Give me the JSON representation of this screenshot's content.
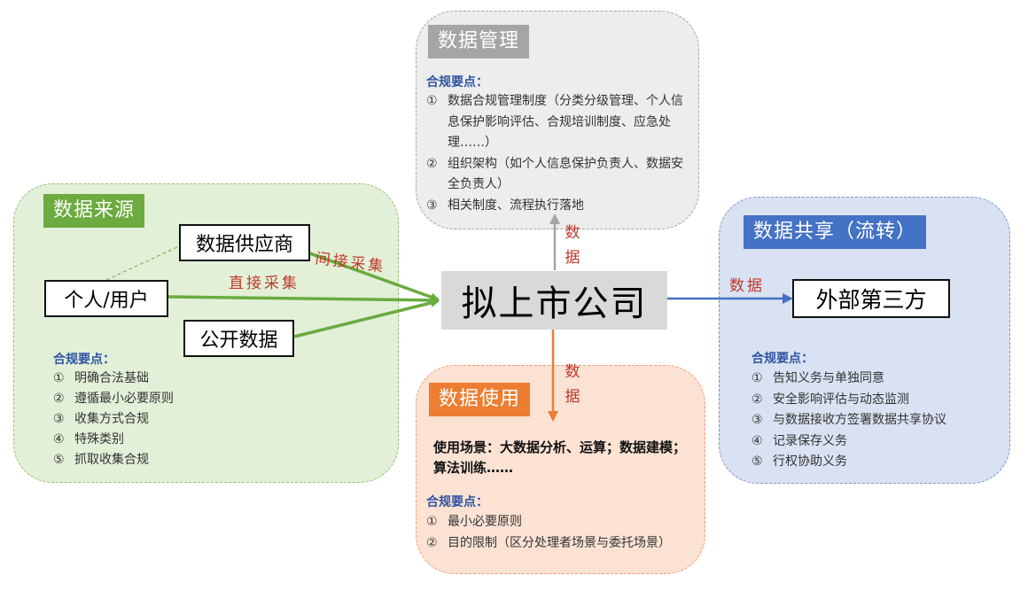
{
  "center": {
    "label": "拟上市公司"
  },
  "source": {
    "title": "数据来源",
    "boxes": {
      "supplier": "数据供应商",
      "user": "个人/用户",
      "public": "公开数据"
    },
    "edges": {
      "indirect": "间接采集",
      "direct": "直接采集"
    },
    "compliance_label": "合规要点：",
    "points": [
      {
        "num": "①",
        "text": "明确合法基础"
      },
      {
        "num": "②",
        "text": "遵循最小必要原则"
      },
      {
        "num": "③",
        "text": "收集方式合规"
      },
      {
        "num": "④",
        "text": "特殊类别"
      },
      {
        "num": "⑤",
        "text": "抓取收集合规"
      }
    ]
  },
  "manage": {
    "title": "数据管理",
    "compliance_label": "合规要点：",
    "points": [
      {
        "num": "①",
        "text": "数据合规管理制度（分类分级管理、个人信息保护影响评估、合规培训制度、应急处理……）"
      },
      {
        "num": "②",
        "text": "组织架构（如个人信息保护负责人、数据安全负责人）"
      },
      {
        "num": "③",
        "text": "相关制度、流程执行落地"
      }
    ],
    "edge": "数据"
  },
  "share": {
    "title": "数据共享（流转）",
    "box": "外部第三方",
    "edge": "数据",
    "compliance_label": "合规要点：",
    "points": [
      {
        "num": "①",
        "text": "告知义务与单独同意"
      },
      {
        "num": "②",
        "text": "安全影响评估与动态监测"
      },
      {
        "num": "③",
        "text": "与数据接收方签署数据共享协议"
      },
      {
        "num": "④",
        "text": "记录保存义务"
      },
      {
        "num": "⑤",
        "text": "行权协助义务"
      }
    ]
  },
  "use": {
    "title": "数据使用",
    "edge": "数据",
    "scene": "使用场景：大数据分析、运算；数据建模；算法训练……",
    "compliance_label": "合规要点：",
    "points": [
      {
        "num": "①",
        "text": "最小必要原则"
      },
      {
        "num": "②",
        "text": "目的限制（区分处理者场景与委托场景）"
      }
    ]
  },
  "colors": {
    "green": "#6bab3f",
    "gray": "#a5a5a5",
    "blue": "#4472c4",
    "orange": "#ed7d31",
    "red_text": "#c0392b"
  }
}
